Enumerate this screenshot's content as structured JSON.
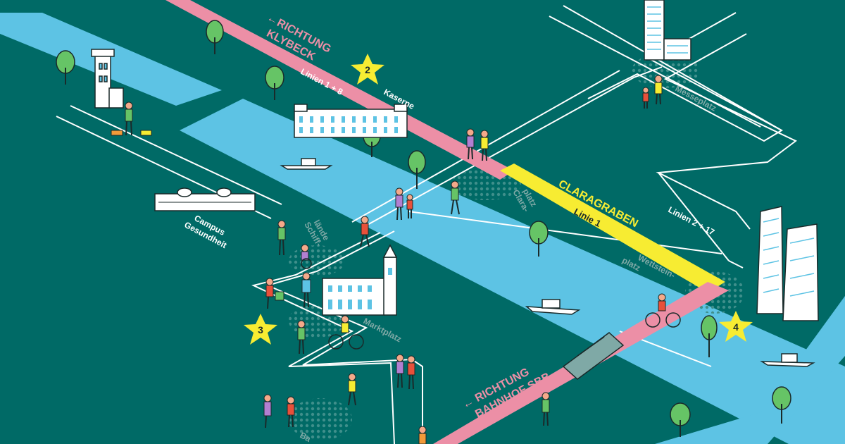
{
  "map": {
    "direction_klybeck": [
      "←RICHTUNG",
      "KLYBECK"
    ],
    "direction_bahnhof": [
      "← RICHTUNG",
      "BAHNHOF SBB"
    ],
    "street_clarograben": "CLARAGRABEN",
    "line_1_8": "Linien 1 + 8",
    "line_1": "Linie 1",
    "line_2_17": "Linien 2 + 17",
    "campus": [
      "Campus",
      "Gesundheit"
    ],
    "kaserne": "Kaserne",
    "stops": {
      "messeplatz": "Messeplatz",
      "claraplatz": [
        "Clara-",
        "platz"
      ],
      "wettsteinplatz": [
        "Wettstein-",
        "platz"
      ],
      "schifflaende": [
        "Schiff-",
        "lände"
      ],
      "marktplatz": "Marktplatz",
      "bottom_stop": "Ba"
    },
    "stars": [
      {
        "id": "star-2",
        "number": "2"
      },
      {
        "id": "star-3",
        "number": "3"
      },
      {
        "id": "star-4",
        "number": "4"
      }
    ],
    "colors": {
      "background": "#006a66",
      "river": "#5dc3e4",
      "tram_pink": "#ec8fa6",
      "tram_yellow": "#f7ec32",
      "star": "#f7ec32",
      "street": "#ffffff"
    }
  }
}
